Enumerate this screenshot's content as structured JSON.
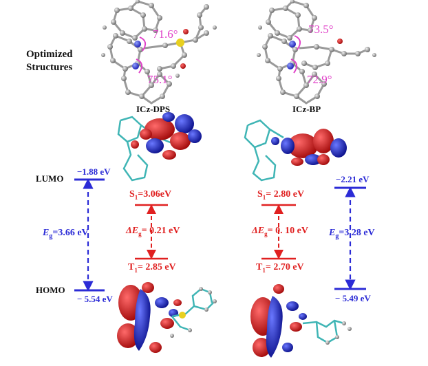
{
  "section_label_line1": "Optimized",
  "section_label_line2": "Structures",
  "levels": {
    "lumo": "LUMO",
    "homo": "HOMO"
  },
  "left": {
    "name": "ICz-DPS",
    "angle_top": "71.6°",
    "angle_bottom": "75.1°",
    "lumo_energy": "−1.88 eV",
    "homo_energy": "− 5.54 eV",
    "gap_symbol": "E",
    "gap_sub": "g",
    "gap_value": "=3.66 eV",
    "s1_prefix": "S",
    "s1_sub": "1",
    "s1_value": "=3.06eV",
    "delta_prefix": "ΔE",
    "delta_sub": "g",
    "delta_value": "= 0.21 eV",
    "t1_prefix": "T",
    "t1_sub": "1",
    "t1_value": "= 2.85 eV"
  },
  "right": {
    "name": "ICz-BP",
    "angle_top": "73.5°",
    "angle_bottom": "72.9°",
    "lumo_energy": "−2.21 eV",
    "homo_energy": "− 5.49 eV",
    "gap_symbol": "E",
    "gap_sub": "g",
    "gap_value": "=3.28 eV",
    "s1_prefix": "S",
    "s1_sub": "1",
    "s1_value": "= 2.80 eV",
    "delta_prefix": "ΔE",
    "delta_sub": "g",
    "delta_value": "= 0. 10 eV",
    "t1_prefix": "T",
    "t1_sub": "1",
    "t1_value": "= 2.70 eV"
  },
  "colors": {
    "energy_blue": "#2b2bd6",
    "singlet_triplet_red": "#e02020",
    "angle_pink": "#e040c8",
    "orbital_red": "#cc1111",
    "orbital_blue": "#1520c8",
    "atom_grey": "#8a8a8a",
    "atom_teal": "#3fb5b5"
  }
}
